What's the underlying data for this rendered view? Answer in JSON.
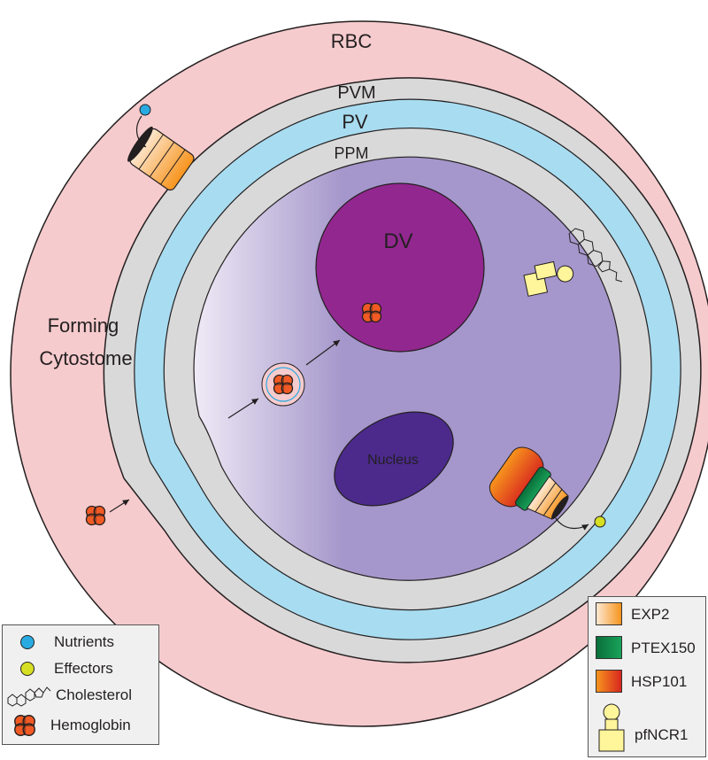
{
  "diagram": {
    "compartments": {
      "rbc": "RBC",
      "pvm": "PVM",
      "pv": "PV",
      "ppm": "PPM",
      "dv": "DV",
      "nucleus": "Nucleus",
      "cytostome": "Forming\nCytostome"
    }
  },
  "legend_left": {
    "items": [
      {
        "label": "Nutrients",
        "icon": "blue-sphere-icon"
      },
      {
        "label": "Effectors",
        "icon": "yellow-sphere-icon"
      },
      {
        "label": "Cholesterol",
        "icon": "cholesterol-structure-icon"
      },
      {
        "label": "Hemoglobin",
        "icon": "hemoglobin-cluster-icon"
      }
    ]
  },
  "legend_right": {
    "items": [
      {
        "label": "EXP2",
        "color": "#f7941d"
      },
      {
        "label": "PTEX150",
        "color": "#0a8a4a"
      },
      {
        "label": "HSP101",
        "color": "#e8361c"
      },
      {
        "label": "pfNCR1",
        "color": "#fff59a"
      }
    ]
  },
  "colors": {
    "rbc": "#f6cbcd",
    "membrane": "#d9d9d9",
    "pv": "#a8dcf0",
    "parasite": "#a597cb",
    "dv": "#92278f",
    "nucleus": "#4b2a8c",
    "hemoglobin": "#f15a24"
  }
}
